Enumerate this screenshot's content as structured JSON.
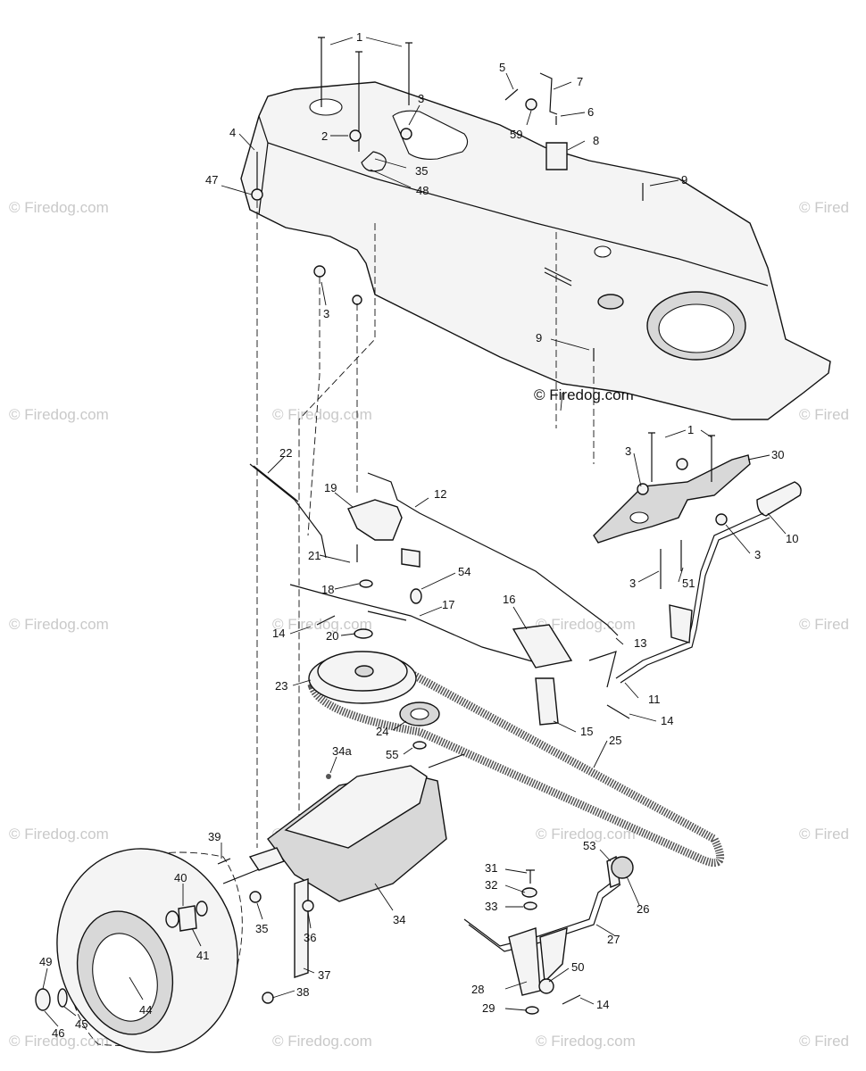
{
  "watermark": {
    "brand": "© Firedog.com",
    "main": "© Firedog.com",
    "partial": "© Fired"
  },
  "callouts": {
    "c1a": "1",
    "c1b": "1",
    "c2": "2",
    "c3a": "3",
    "c3b": "3",
    "c3c": "3",
    "c3d": "3",
    "c3e": "3",
    "c4": "4",
    "c5": "5",
    "c6": "6",
    "c7": "7",
    "c8": "8",
    "c9a": "9",
    "c9b": "9",
    "c10": "10",
    "c11": "11",
    "c12": "12",
    "c13": "13",
    "c14a": "14",
    "c14b": "14",
    "c14c": "14",
    "c15": "15",
    "c16": "16",
    "c17": "17",
    "c18": "18",
    "c19": "19",
    "c20": "20",
    "c21": "21",
    "c22": "22",
    "c23": "23",
    "c24": "24",
    "c25": "25",
    "c26": "26",
    "c27": "27",
    "c28": "28",
    "c29": "29",
    "c30": "30",
    "c31": "31",
    "c32": "32",
    "c33": "33",
    "c34": "34",
    "c34a": "34a",
    "c35a": "35",
    "c35b": "35",
    "c36": "36",
    "c37": "37",
    "c38": "38",
    "c39": "39",
    "c40": "40",
    "c41": "41",
    "c44": "44",
    "c45": "45",
    "c46": "46",
    "c47": "47",
    "c48": "48",
    "c49": "49",
    "c50": "50",
    "c51": "51",
    "c53": "53",
    "c54": "54",
    "c55": "55",
    "c59": "59"
  }
}
